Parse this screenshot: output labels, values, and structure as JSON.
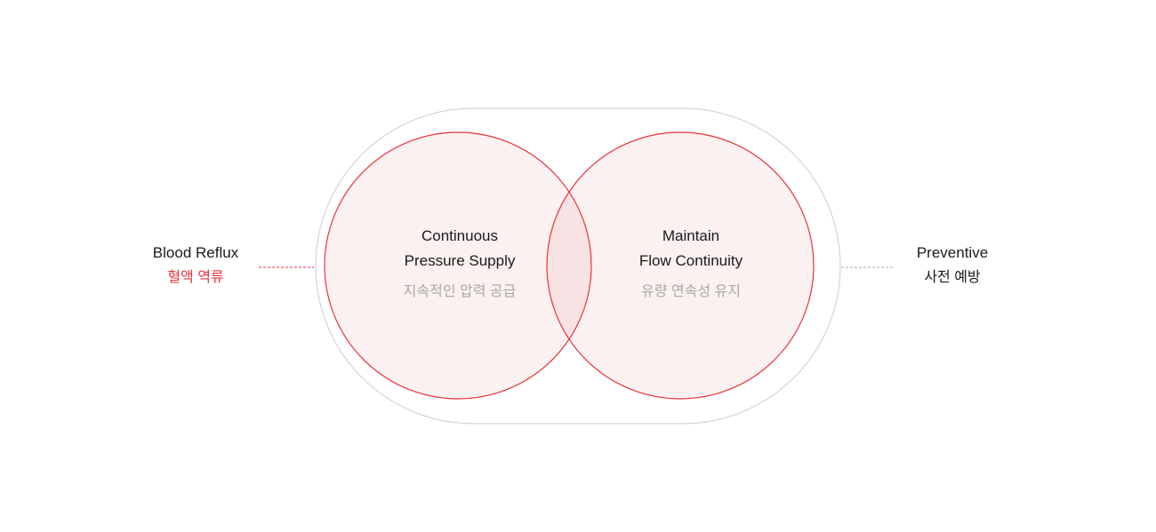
{
  "colors": {
    "accent_red": "#e8333c",
    "circle_fill": "#fbf1f1",
    "overlap_fill": "#f8e2e3",
    "outline_gray": "#d4d4d4",
    "dash_gray": "#a8a8a8",
    "text_dark": "#1a1a1a",
    "text_muted": "#a8a8a8"
  },
  "left_label": {
    "en": "Blood Reflux",
    "ko": "혈액 역류"
  },
  "right_label": {
    "en": "Preventive",
    "ko": "사전 예방"
  },
  "left_circle": {
    "line1": "Continuous",
    "line2": "Pressure Supply",
    "ko": "지속적인 압력 공급"
  },
  "right_circle": {
    "line1": "Maintain",
    "line2": "Flow Continuity",
    "ko": "유량 연속성 유지"
  }
}
